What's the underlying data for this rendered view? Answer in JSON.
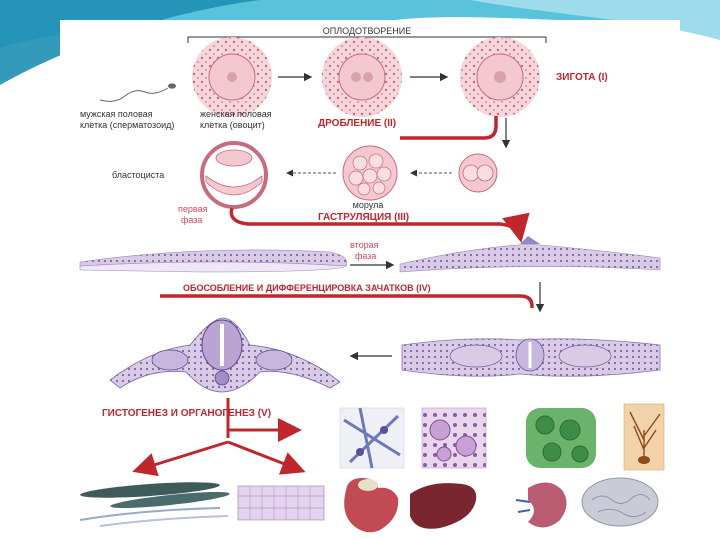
{
  "labels": {
    "fertilization": "ОПЛОДОТВОРЕНИЕ",
    "male_cell_1": "мужская половая",
    "male_cell_2": "клетка (сперматозоид)",
    "female_cell_1": "женская половая",
    "female_cell_2": "клетка (овоцит)",
    "zygote": "ЗИГОТА (I)",
    "cleavage": "ДРОБЛЕНИЕ (II)",
    "blastocyst": "бластоциста",
    "morula": "морула",
    "first_phase_1": "первая",
    "first_phase_2": "фаза",
    "gastrulation": "ГАСТРУЛЯЦИЯ (III)",
    "second_phase_1": "вторая",
    "second_phase_2": "фаза",
    "isolation": "ОБОСОБЛЕНИЕ И ДИФФЕРЕНЦИРОВКА ЗАЧАТКОВ (IV)",
    "histogenesis": "ГИСТОГЕНЕЗ И ОРГАНОГЕНЕЗ (V)"
  },
  "colors": {
    "accent_red": "#c0272d",
    "cell_pink": "#f3c9cf",
    "cell_dots": "#c76b7f",
    "tissue_purple": "#b9a4d2",
    "slide_teal": "#2aa7c9"
  }
}
